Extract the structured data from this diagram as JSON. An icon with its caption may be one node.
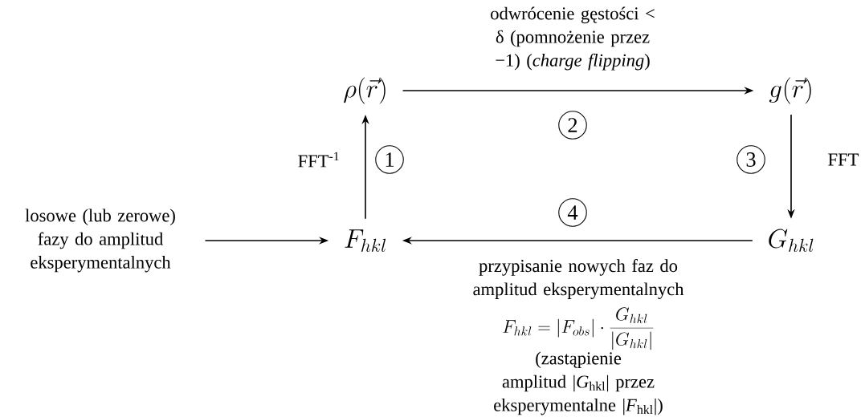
{
  "diagram": {
    "nodes": [
      {
        "text": [
          "losowe (lub zerowe) fazy do amplitud eksperymentalnych"
        ]
      },
      {
        "text": [
          "F_{hkl}"
        ]
      },
      {
        "text": [
          "\\rho(\\vec{r})"
        ]
      },
      {
        "text": [
          "g(\\vec{r})"
        ]
      },
      {
        "text": [
          "G_{hkl}"
        ]
      }
    ],
    "edges": [
      {
        "from": 0,
        "to": 1,
        "arrow": "to"
      },
      {
        "from": 1,
        "to": 2,
        "arrow": "to",
        "label": "FFT$^{-1}$"
      },
      {
        "from": 2,
        "to": 3,
        "arrow": "to",
        "label": "odwrócenie gęstości < δ (pomnożenie przez −1) (*charge flipping*)"
      },
      {
        "from": 3,
        "to": 4,
        "arrow": "to",
        "label": "FFT"
      },
      {
        "from": 4,
        "to": 1,
        "arrow": "to",
        "label": "przypisanie nowych faz do amplitud eksperymentalnych"
      }
    ],
    "labels": [
      "2",
      "1",
      "3",
      "4",
      "F_{hkl} = |F_{obs}| \\cdot \\frac{G_{hkl}}{|G_{hkl}|}",
      "(zastąpienie amplitud |*G*$_{hkl}$| przez eksperymentalne |*F*$_{hkl}$|)"
    ]
  }
}
